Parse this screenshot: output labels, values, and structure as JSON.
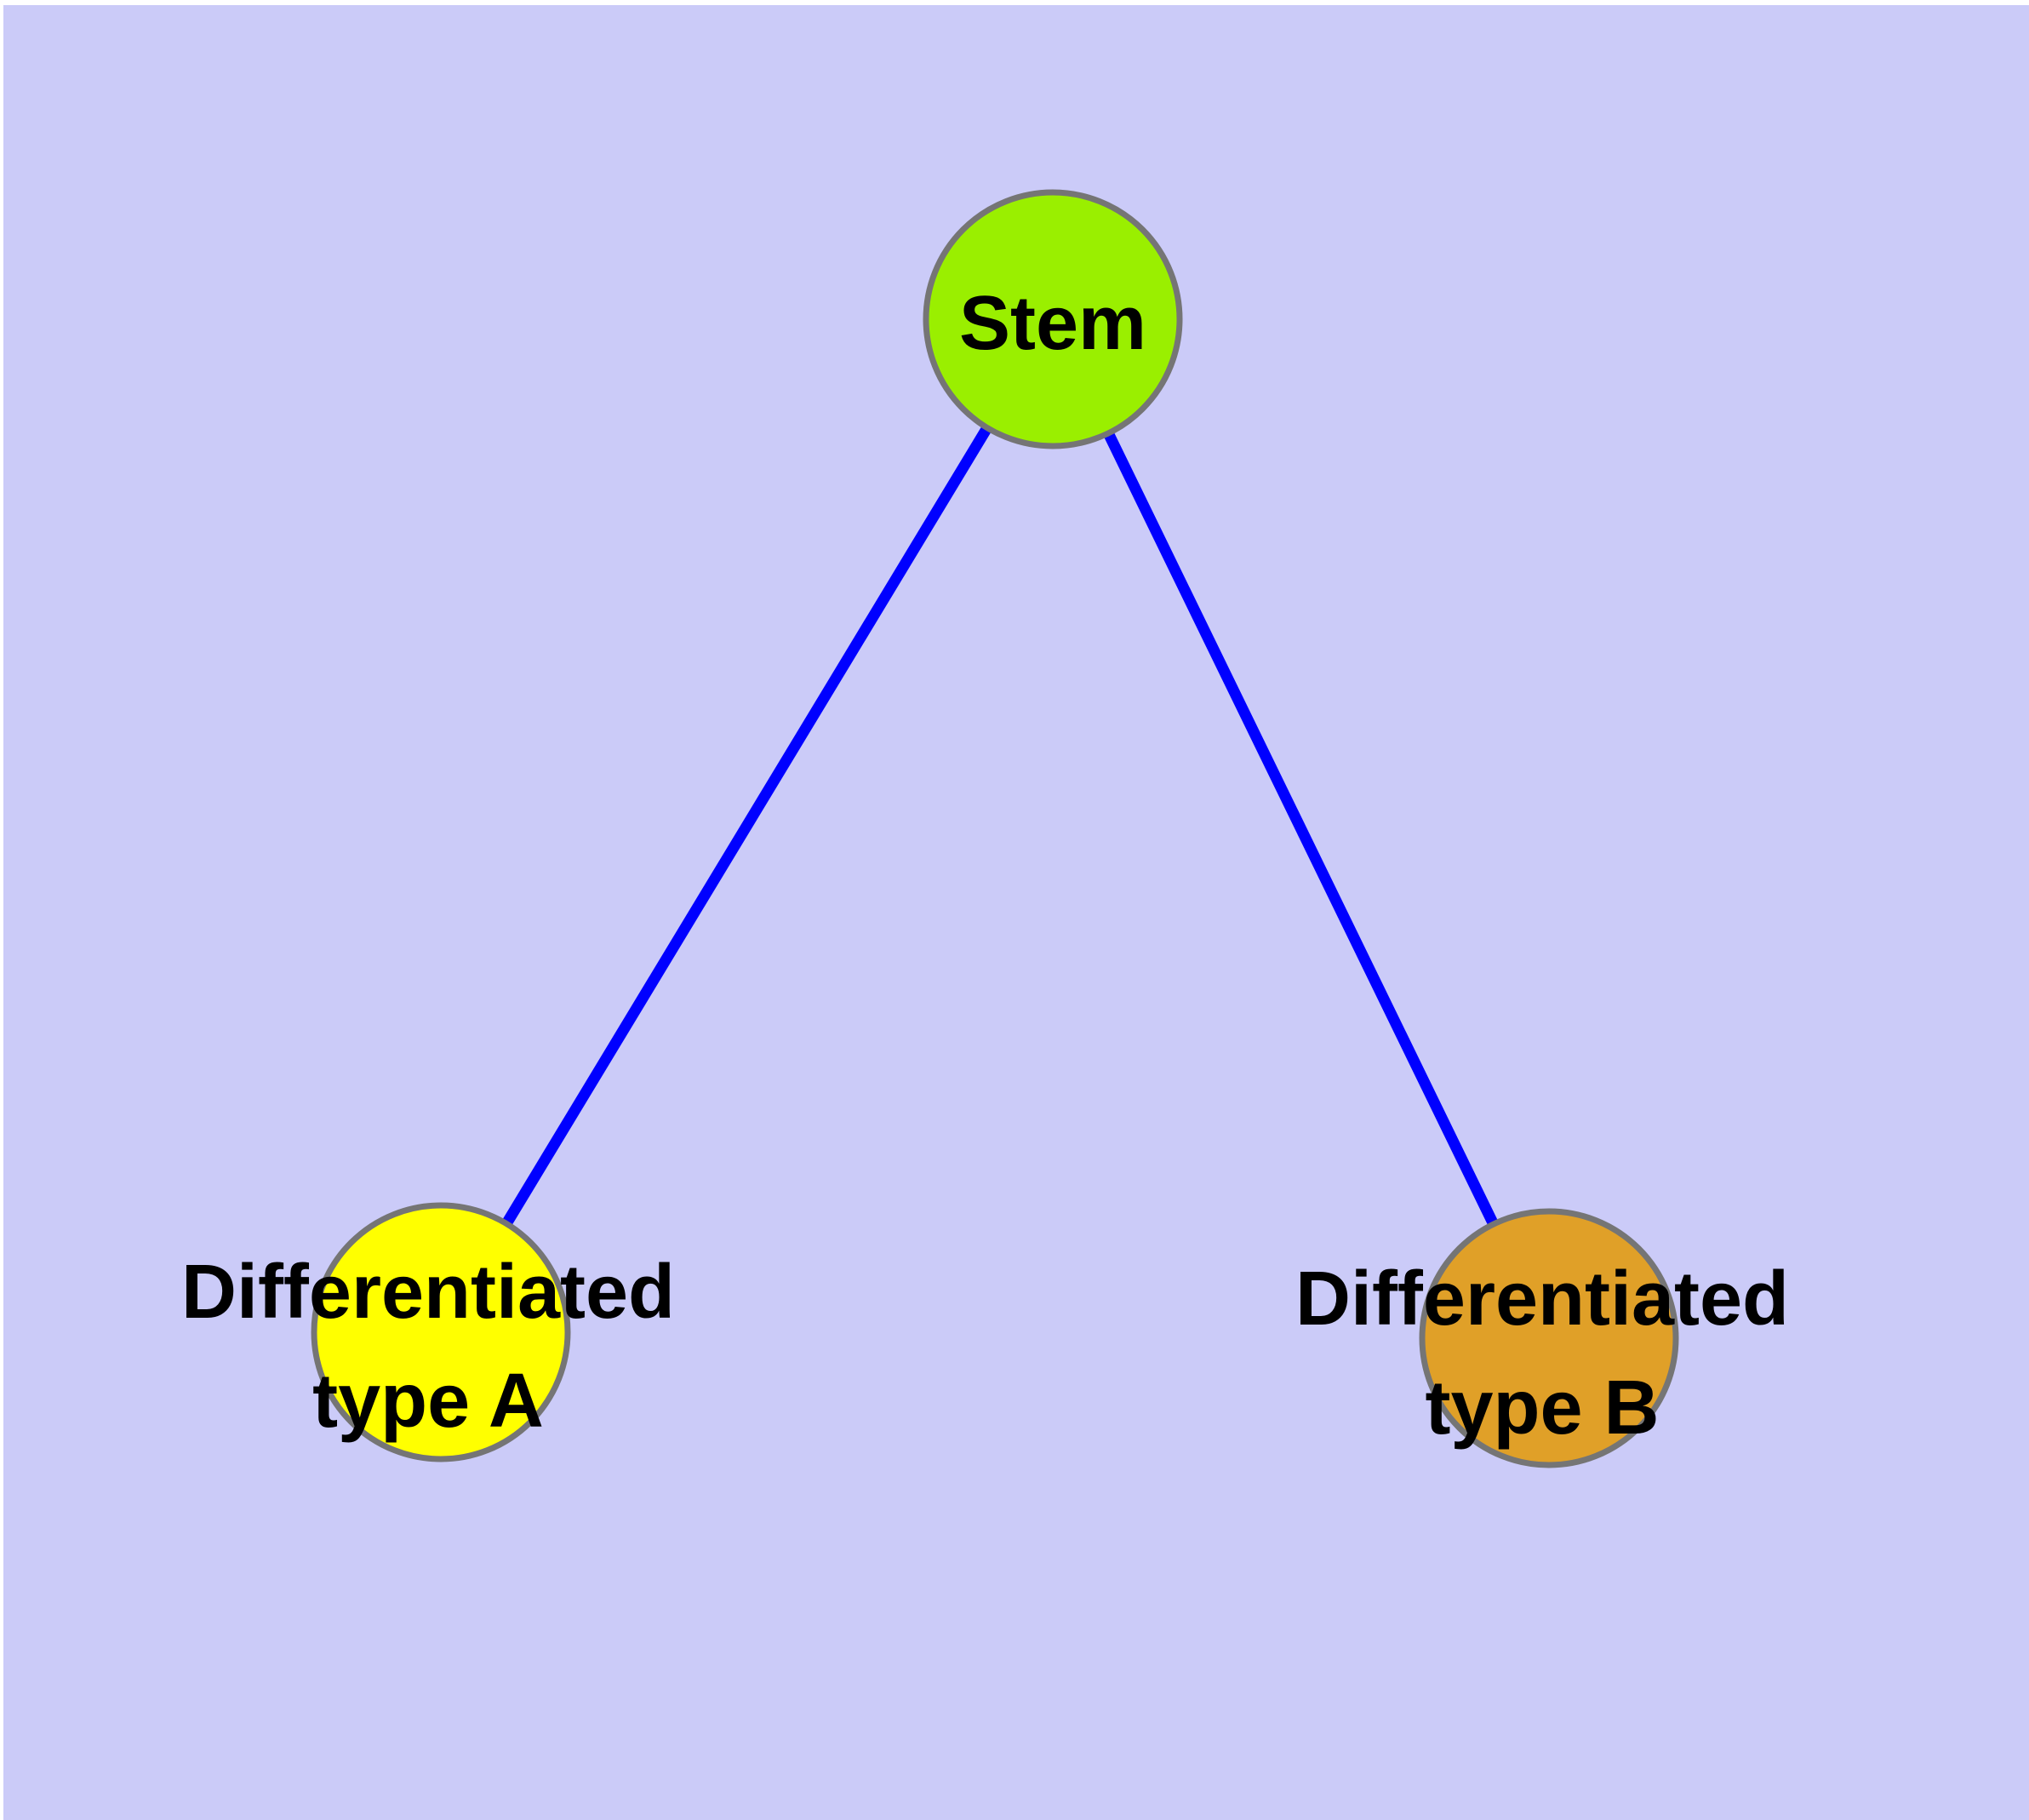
{
  "diagram": {
    "title": "",
    "colors": {
      "page_margin": "#ffffff",
      "background": "#cbcbf8",
      "edge": "#0000ff",
      "node_border": "#757575",
      "label_text": "#000000",
      "stem_fill": "#9aef00",
      "type_a_fill": "#ffff00",
      "type_b_fill": "#e0a028"
    },
    "nodes": [
      {
        "id": "stem",
        "lines": [
          "Stem"
        ],
        "full_label": "Stem"
      },
      {
        "id": "type-a",
        "lines": [
          "Differentiated",
          "type A"
        ],
        "full_label": "Differentiated type A"
      },
      {
        "id": "type-b",
        "lines": [
          "Differentiated",
          "type B"
        ],
        "full_label": "Differentiated type B"
      }
    ],
    "edges": [
      {
        "from": "Stem",
        "to": "Differentiated type A"
      },
      {
        "from": "Stem",
        "to": "Differentiated type B"
      }
    ]
  }
}
